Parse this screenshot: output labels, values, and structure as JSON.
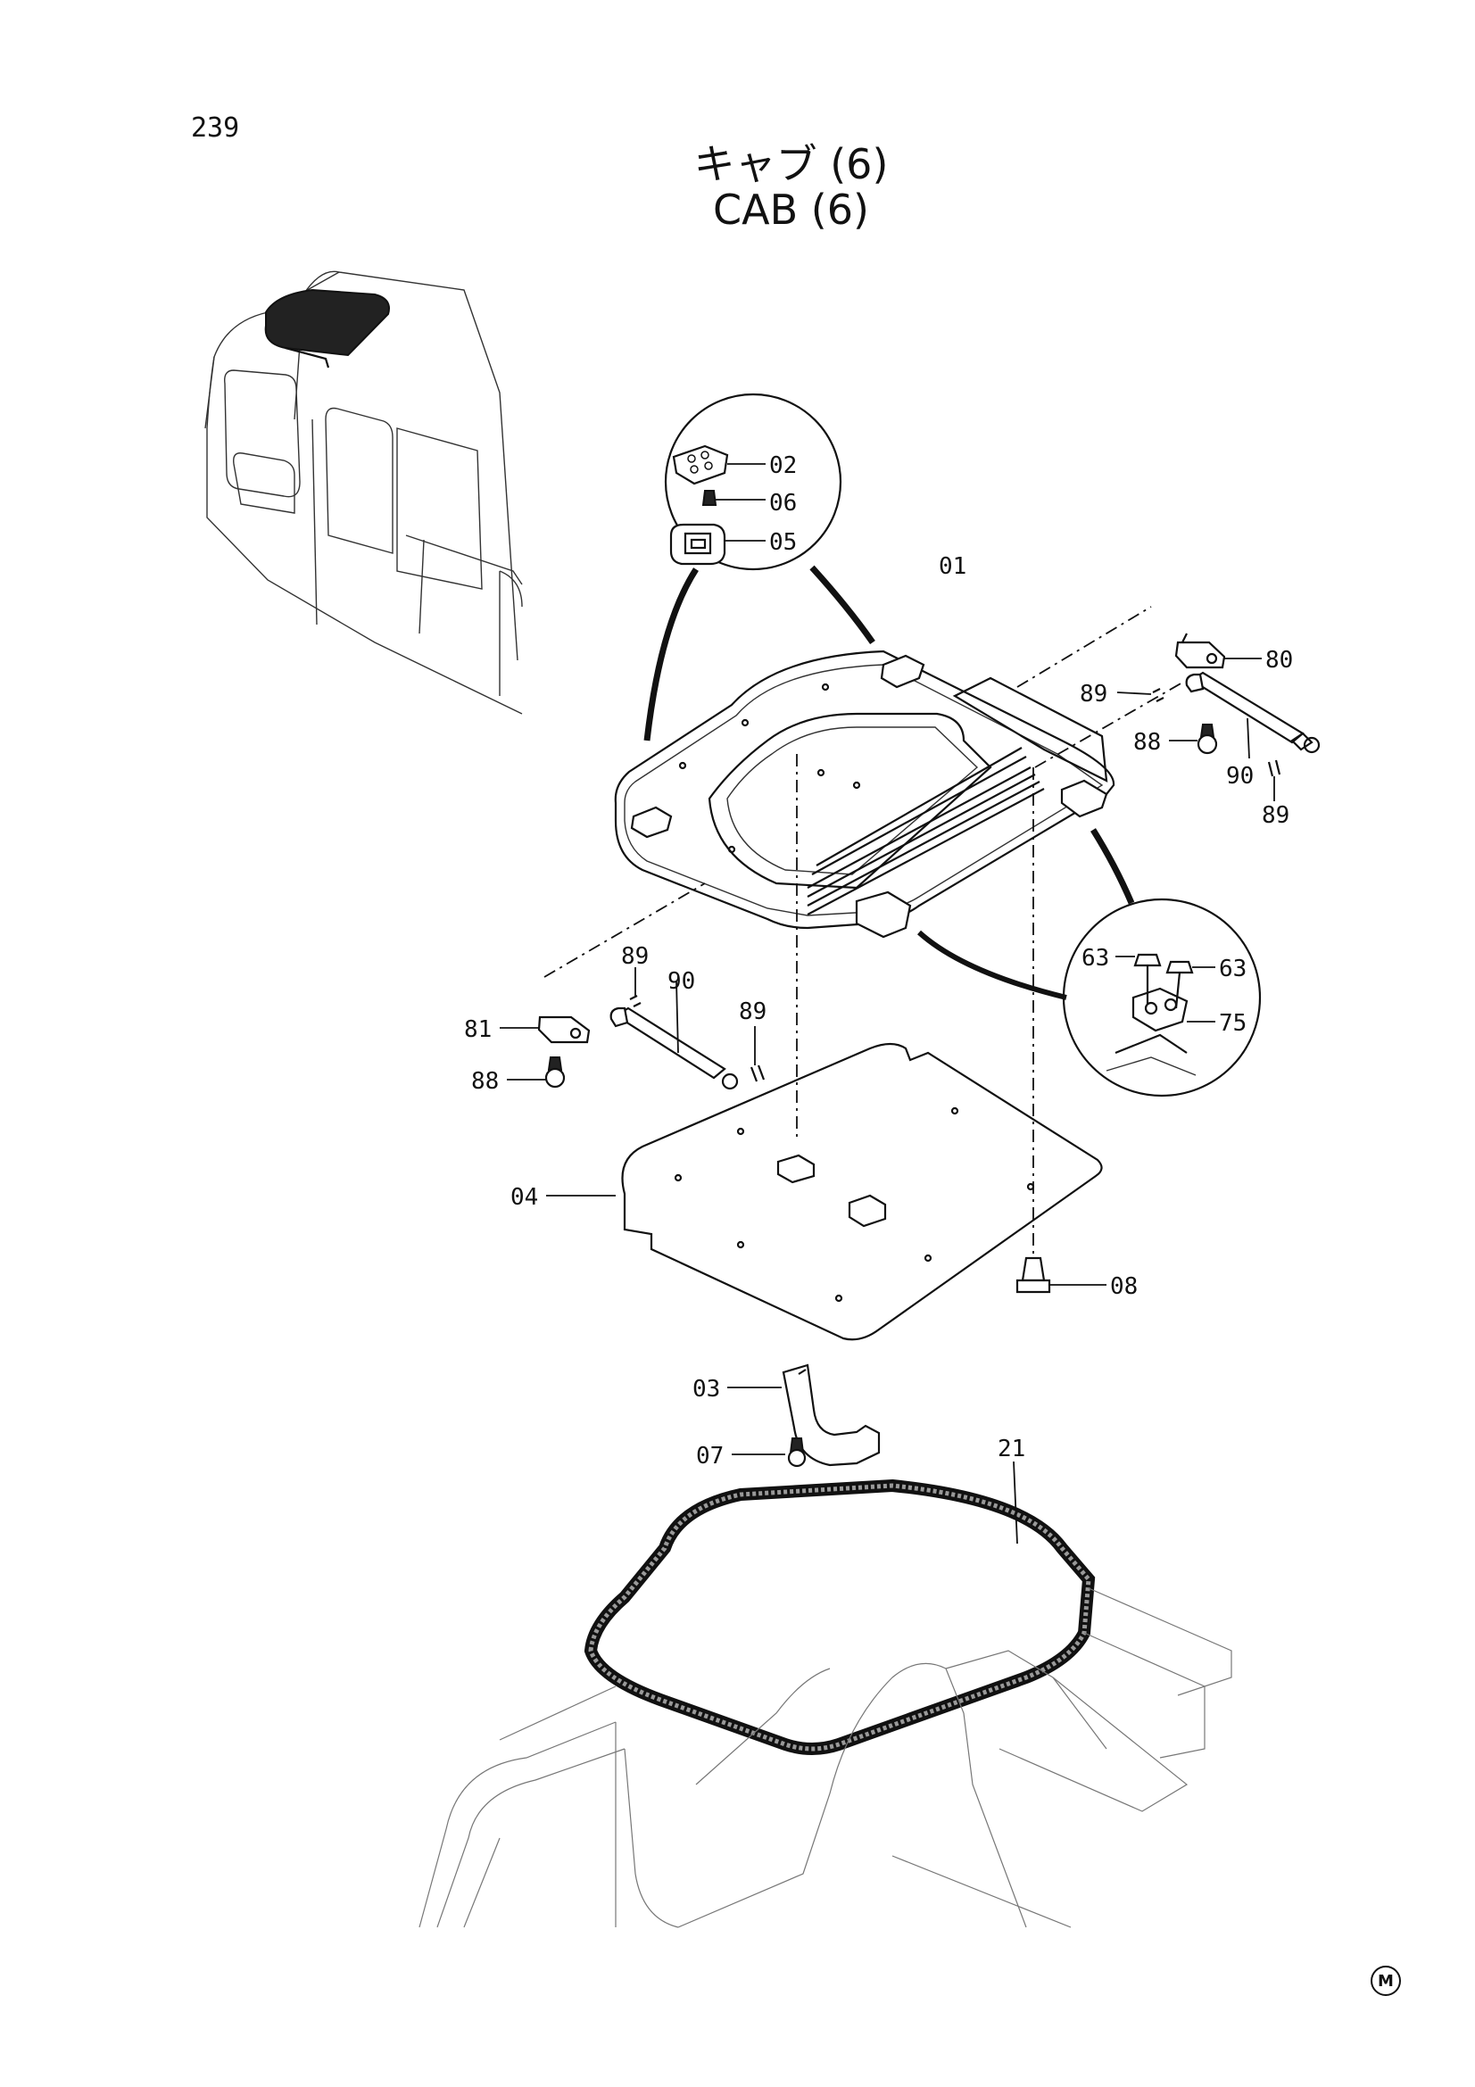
{
  "page": {
    "number": "239"
  },
  "title": {
    "japanese": "キャブ (6)",
    "english": "CAB (6)"
  },
  "manufacturer_mark": "M",
  "callouts": [
    {
      "id": "c-02",
      "label": "02"
    },
    {
      "id": "c-06",
      "label": "06"
    },
    {
      "id": "c-05",
      "label": "05"
    },
    {
      "id": "c-01",
      "label": "01"
    },
    {
      "id": "c-80",
      "label": "80"
    },
    {
      "id": "c-89a",
      "label": "89"
    },
    {
      "id": "c-88a",
      "label": "88"
    },
    {
      "id": "c-90a",
      "label": "90"
    },
    {
      "id": "c-89b",
      "label": "89"
    },
    {
      "id": "c-63a",
      "label": "63"
    },
    {
      "id": "c-63b",
      "label": "63"
    },
    {
      "id": "c-75",
      "label": "75"
    },
    {
      "id": "c-89c",
      "label": "89"
    },
    {
      "id": "c-90b",
      "label": "90"
    },
    {
      "id": "c-89d",
      "label": "89"
    },
    {
      "id": "c-81",
      "label": "81"
    },
    {
      "id": "c-88b",
      "label": "88"
    },
    {
      "id": "c-04",
      "label": "04"
    },
    {
      "id": "c-08",
      "label": "08"
    },
    {
      "id": "c-03",
      "label": "03"
    },
    {
      "id": "c-07",
      "label": "07"
    },
    {
      "id": "c-21",
      "label": "21"
    }
  ]
}
